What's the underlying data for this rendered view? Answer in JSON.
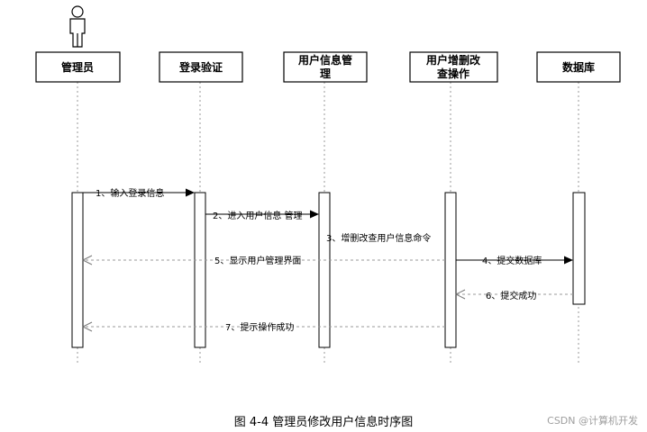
{
  "participants": [
    {
      "lines": [
        "管理员"
      ]
    },
    {
      "lines": [
        "登录验证"
      ]
    },
    {
      "lines": [
        "用户信息管",
        "理"
      ]
    },
    {
      "lines": [
        "用户增删改",
        "查操作"
      ]
    },
    {
      "lines": [
        "数据库"
      ]
    }
  ],
  "messages": [
    {
      "label": "1、输入登录信息",
      "from": 0,
      "to": 1,
      "style": "solid"
    },
    {
      "label": "2、进入用户信息 管理",
      "from": 1,
      "to": 2,
      "style": "solid"
    },
    {
      "label": "3、增删改查用户信息命令",
      "from": 2,
      "to": 3,
      "style": "self"
    },
    {
      "label": "4、提交数据库",
      "from": 3,
      "to": 4,
      "style": "solid"
    },
    {
      "label": "5、显示用户管理界面",
      "from": 3,
      "to": 0,
      "style": "dashed"
    },
    {
      "label": "6、提交成功",
      "from": 4,
      "to": 3,
      "style": "dashed"
    },
    {
      "label": "7、提示操作成功",
      "from": 3,
      "to": 0,
      "style": "dashed"
    }
  ],
  "caption": "图 4-4 管理员修改用户信息时序图",
  "watermark": "CSDN @计算机开发"
}
